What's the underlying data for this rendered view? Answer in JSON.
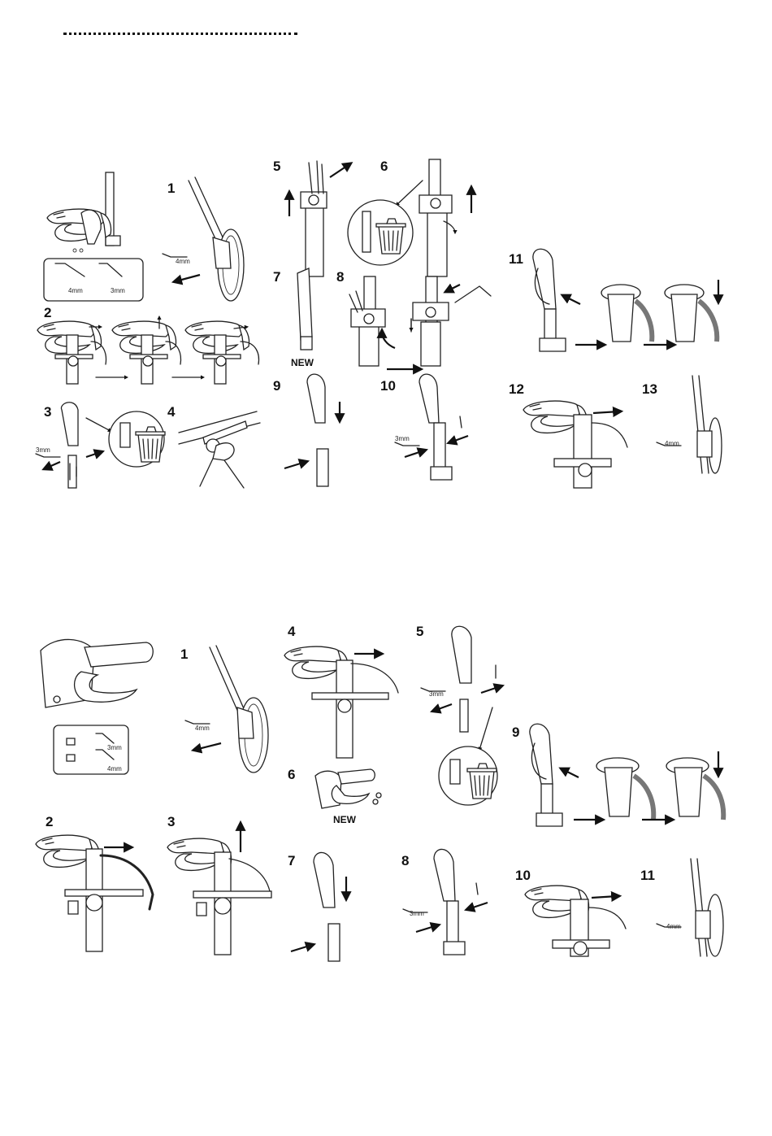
{
  "top_section": {
    "steps": [
      "1",
      "2",
      "3",
      "4",
      "5",
      "6",
      "7",
      "8",
      "9",
      "10",
      "11",
      "12",
      "13"
    ],
    "wrench_labels": [
      "4mm",
      "3mm"
    ],
    "step1_wrench": "4mm",
    "step3_wrench": "3mm",
    "step10_wrench": "3mm",
    "step13_wrench": "4mm",
    "new_label": "NEW"
  },
  "bottom_section": {
    "steps": [
      "1",
      "2",
      "3",
      "4",
      "5",
      "6",
      "7",
      "8",
      "9",
      "10",
      "11"
    ],
    "wrench_labels": [
      "3mm",
      "4mm"
    ],
    "step1_wrench": "4mm",
    "step5_wrench": "3mm",
    "step8_wrench": "3mm",
    "step11_wrench": "4mm",
    "new_label": "NEW"
  }
}
